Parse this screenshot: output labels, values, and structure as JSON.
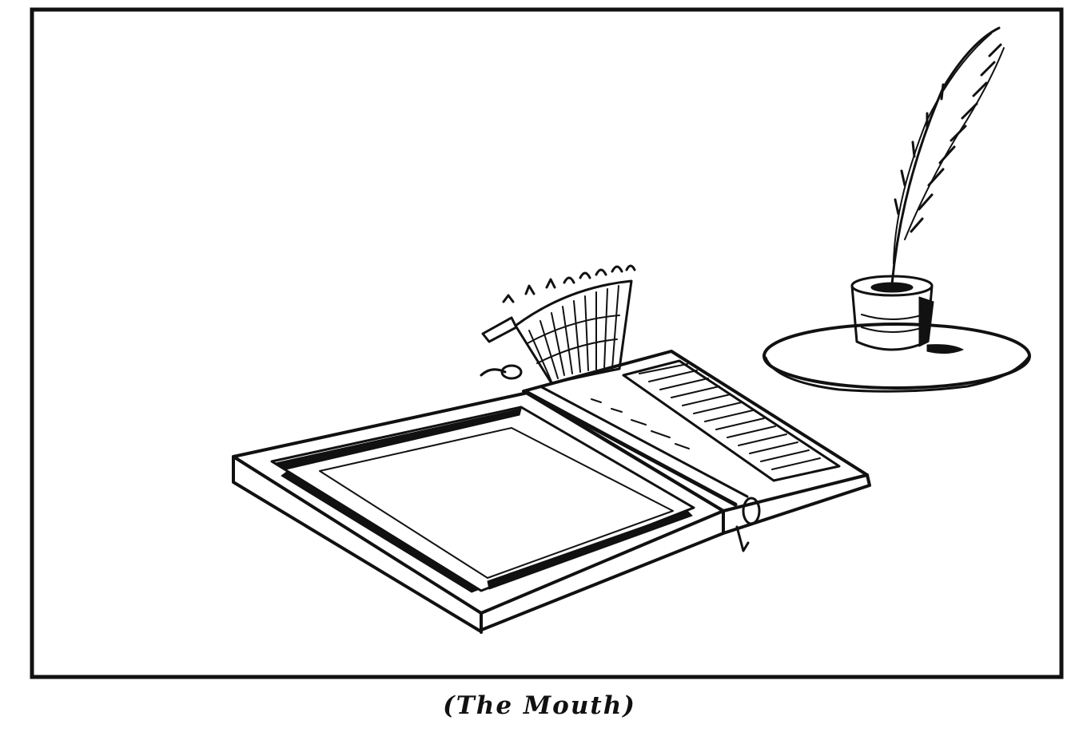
{
  "caption": "(The Mouth)",
  "colors": {
    "ink": "#111111",
    "paper": "#ffffff"
  },
  "icons": {
    "typewriter": "typewriter-drawing",
    "quill": "quill-pen-drawing",
    "inkwell": "inkwell-drawing"
  }
}
